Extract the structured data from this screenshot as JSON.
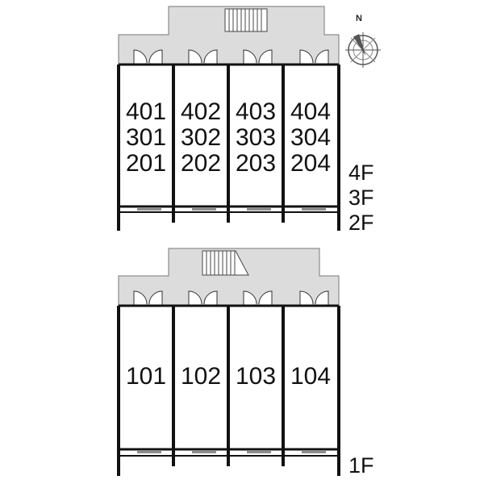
{
  "upper_building": {
    "units": [
      [
        "401",
        "301",
        "201"
      ],
      [
        "402",
        "302",
        "202"
      ],
      [
        "403",
        "303",
        "203"
      ],
      [
        "404",
        "304",
        "204"
      ]
    ],
    "floors": [
      "4F",
      "3F",
      "2F"
    ]
  },
  "ground_building": {
    "units": [
      "101",
      "102",
      "103",
      "104"
    ],
    "floor": "1F"
  },
  "compass": {
    "north_label": "N"
  },
  "colors": {
    "corridor": "#dcdcdc",
    "wall": "#111111",
    "window": "#8c8c8c"
  }
}
